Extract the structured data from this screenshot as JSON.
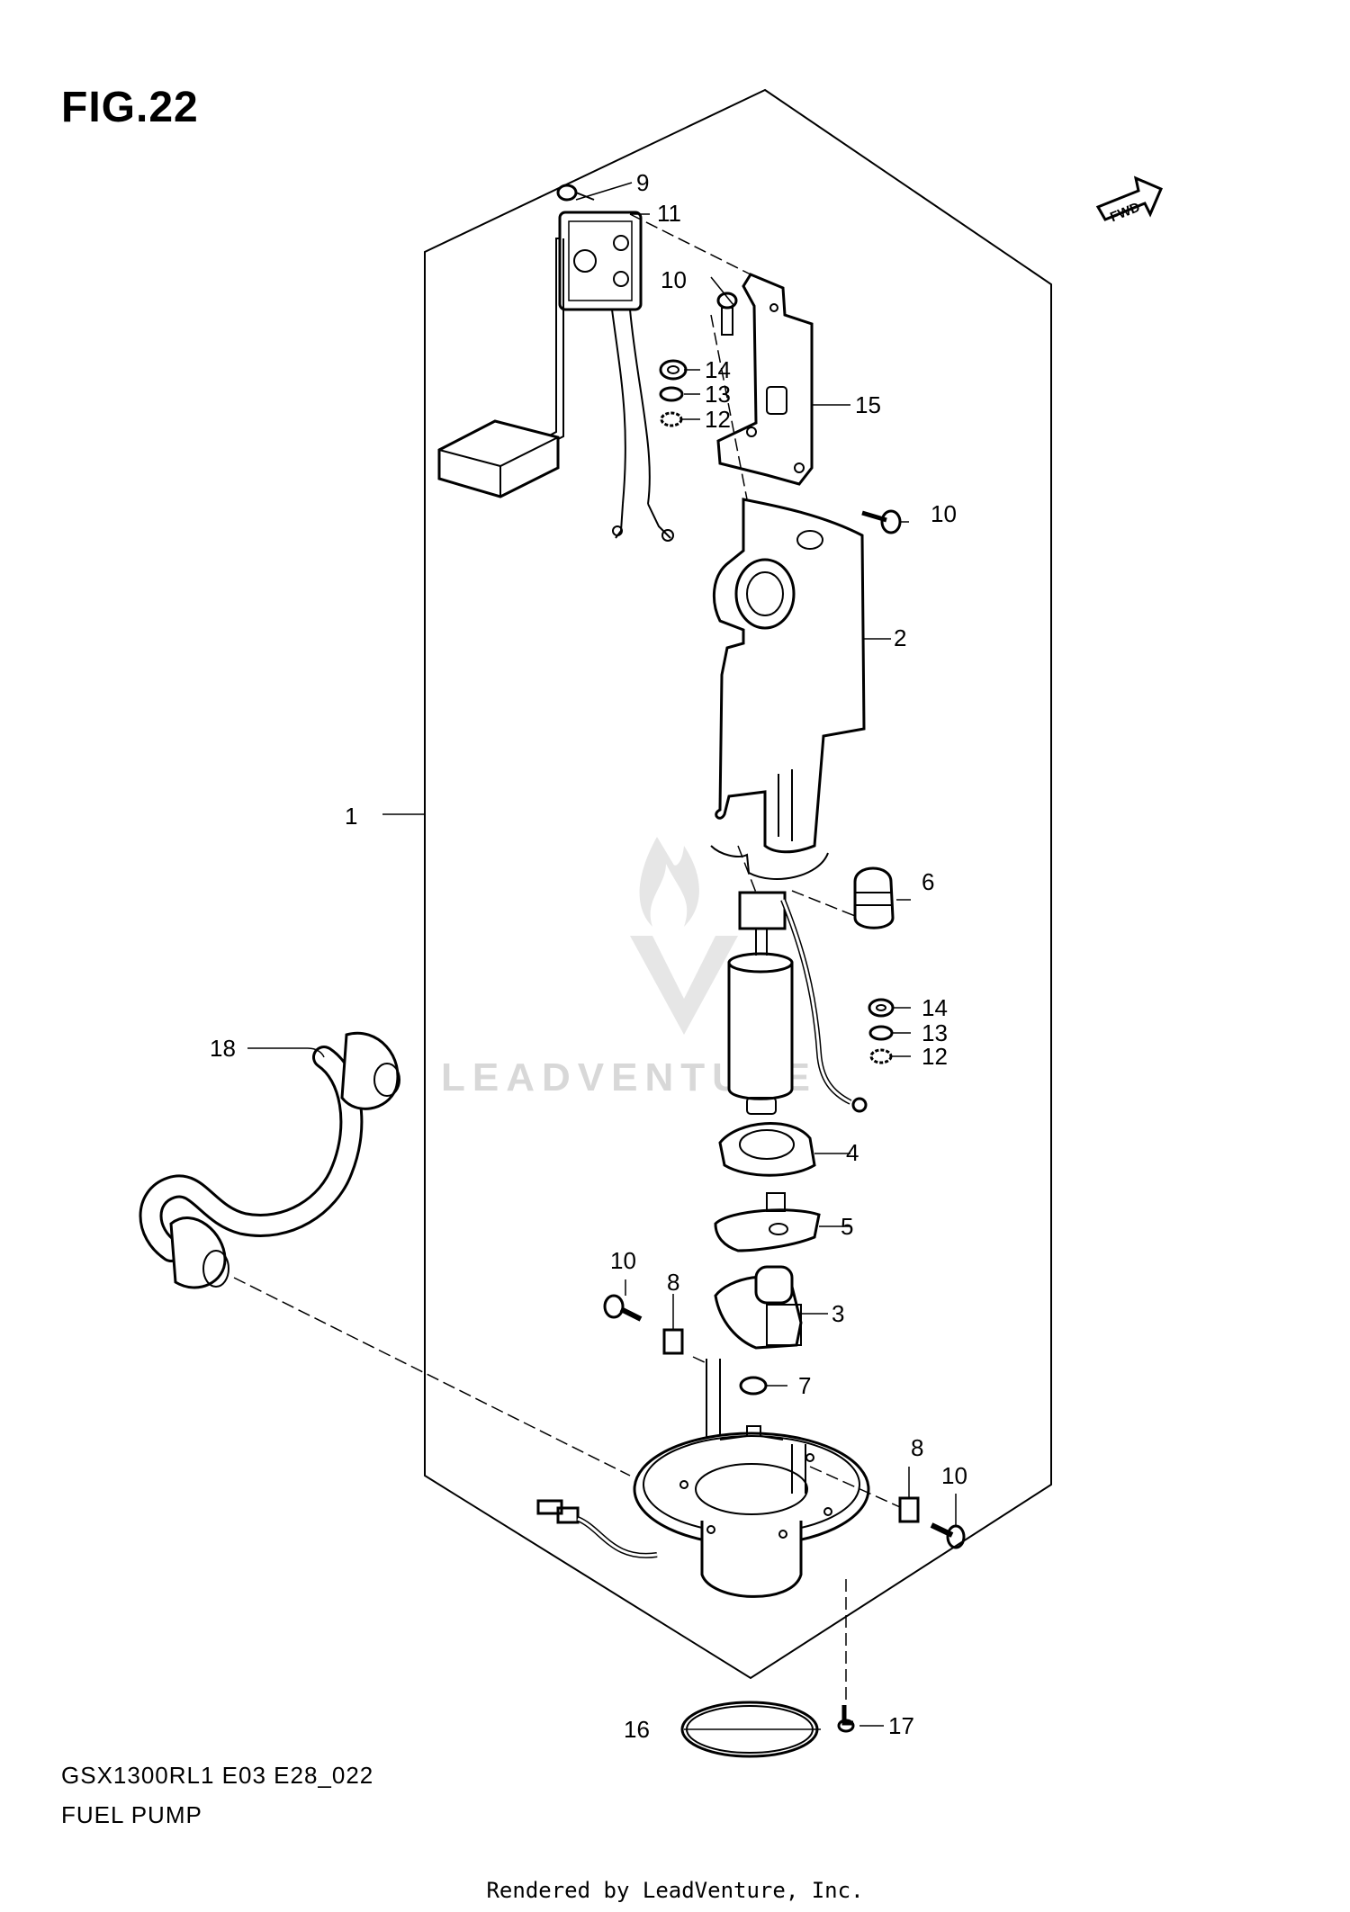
{
  "figure": {
    "title": "FIG.22",
    "model_code": "GSX1300RL1 E03 E28_022",
    "name": "FUEL PUMP"
  },
  "footer": "Rendered by LeadVenture, Inc.",
  "watermark": "LEADVENTURE",
  "fwd_label": "FWD",
  "callouts": [
    {
      "id": "1",
      "label": "1",
      "part": "fuel-pump-assembly"
    },
    {
      "id": "2",
      "label": "2",
      "part": "fuel-pump-case"
    },
    {
      "id": "3",
      "label": "3",
      "part": "fuel-filter"
    },
    {
      "id": "4",
      "label": "4",
      "part": "pump-holder"
    },
    {
      "id": "5",
      "label": "5",
      "part": "pump-plate"
    },
    {
      "id": "6",
      "label": "6",
      "part": "cushion-rubber"
    },
    {
      "id": "7",
      "label": "7",
      "part": "washer"
    },
    {
      "id": "8a",
      "label": "8",
      "part": "clip-nut"
    },
    {
      "id": "8b",
      "label": "8",
      "part": "clip-nut"
    },
    {
      "id": "9",
      "label": "9",
      "part": "screw"
    },
    {
      "id": "10a",
      "label": "10",
      "part": "bolt"
    },
    {
      "id": "10b",
      "label": "10",
      "part": "bolt"
    },
    {
      "id": "10c",
      "label": "10",
      "part": "bolt"
    },
    {
      "id": "10d",
      "label": "10",
      "part": "bolt"
    },
    {
      "id": "11",
      "label": "11",
      "part": "fuel-level-gauge"
    },
    {
      "id": "12a",
      "label": "12",
      "part": "lock-washer"
    },
    {
      "id": "12b",
      "label": "12",
      "part": "lock-washer"
    },
    {
      "id": "13a",
      "label": "13",
      "part": "washer"
    },
    {
      "id": "13b",
      "label": "13",
      "part": "washer"
    },
    {
      "id": "14a",
      "label": "14",
      "part": "nut"
    },
    {
      "id": "14b",
      "label": "14",
      "part": "nut"
    },
    {
      "id": "15",
      "label": "15",
      "part": "bracket"
    },
    {
      "id": "16",
      "label": "16",
      "part": "o-ring"
    },
    {
      "id": "17",
      "label": "17",
      "part": "bolt"
    },
    {
      "id": "18",
      "label": "18",
      "part": "fuel-hose"
    }
  ]
}
